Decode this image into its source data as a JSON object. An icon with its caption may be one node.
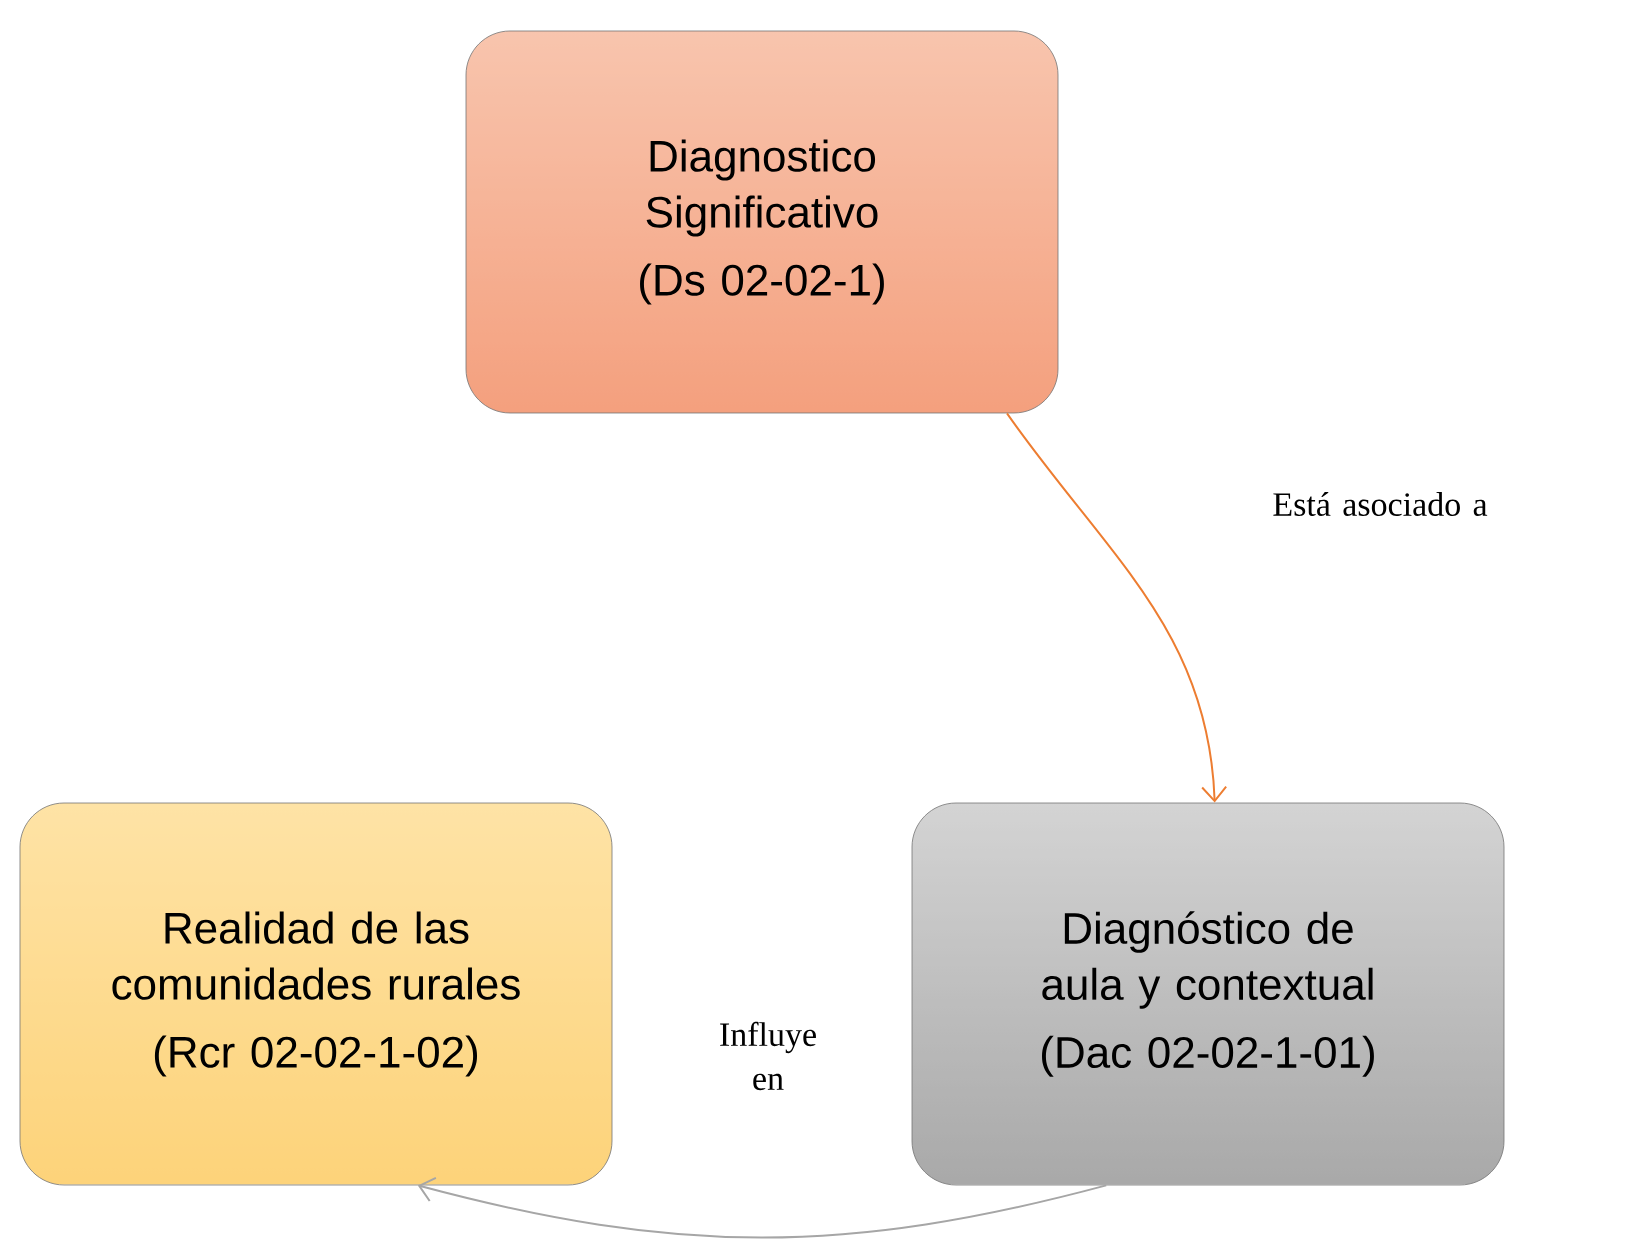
{
  "diagram": {
    "nodes": [
      {
        "text": [
          "Diagnostico Significativo",
          "(Ds 02-02-1)"
        ]
      },
      {
        "text": [
          "Realidad de las comunidades rurales",
          "(Rcr 02-02-1-02)"
        ]
      },
      {
        "text": [
          "Diagnóstico de aula y contextual",
          "(Dac 02-02-1-01)"
        ]
      }
    ],
    "edges": [
      {
        "from": 0,
        "to": 2,
        "arrow": "to",
        "label": "Está asociado a",
        "color": "#ed7d31"
      },
      {
        "from": 2,
        "to": 1,
        "arrow": "to",
        "label": "Influye en",
        "color": "#a6a6a6"
      }
    ]
  }
}
